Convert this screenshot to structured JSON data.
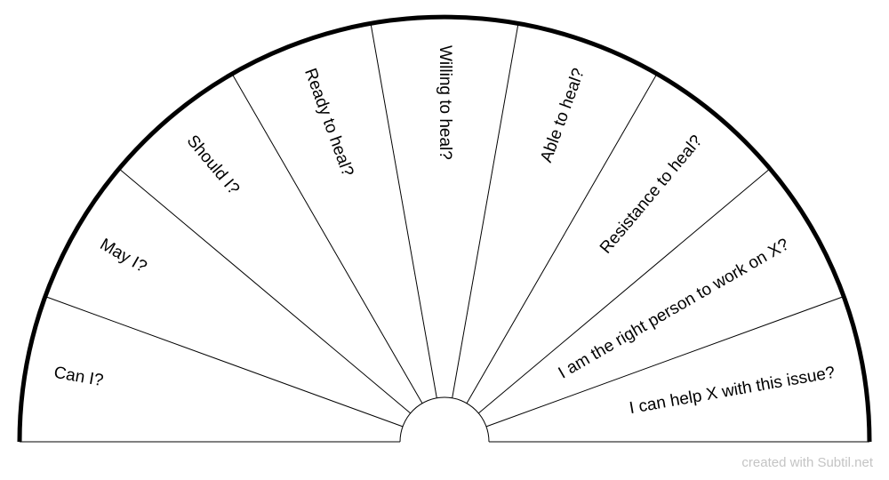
{
  "chart_data": {
    "type": "pie",
    "layout": "half-circle",
    "sectors": [
      "Can I?",
      "May I?",
      "Should I?",
      "Ready to heal?",
      "Willing to heal?",
      "Able to heal?",
      "Resistance to heal?",
      "I am the right person to work on X?",
      "I can help X with this issue?"
    ]
  },
  "colors": {
    "outline": "#000000",
    "credit": "#c4c4c4"
  },
  "credit": "created with Subtil.net"
}
